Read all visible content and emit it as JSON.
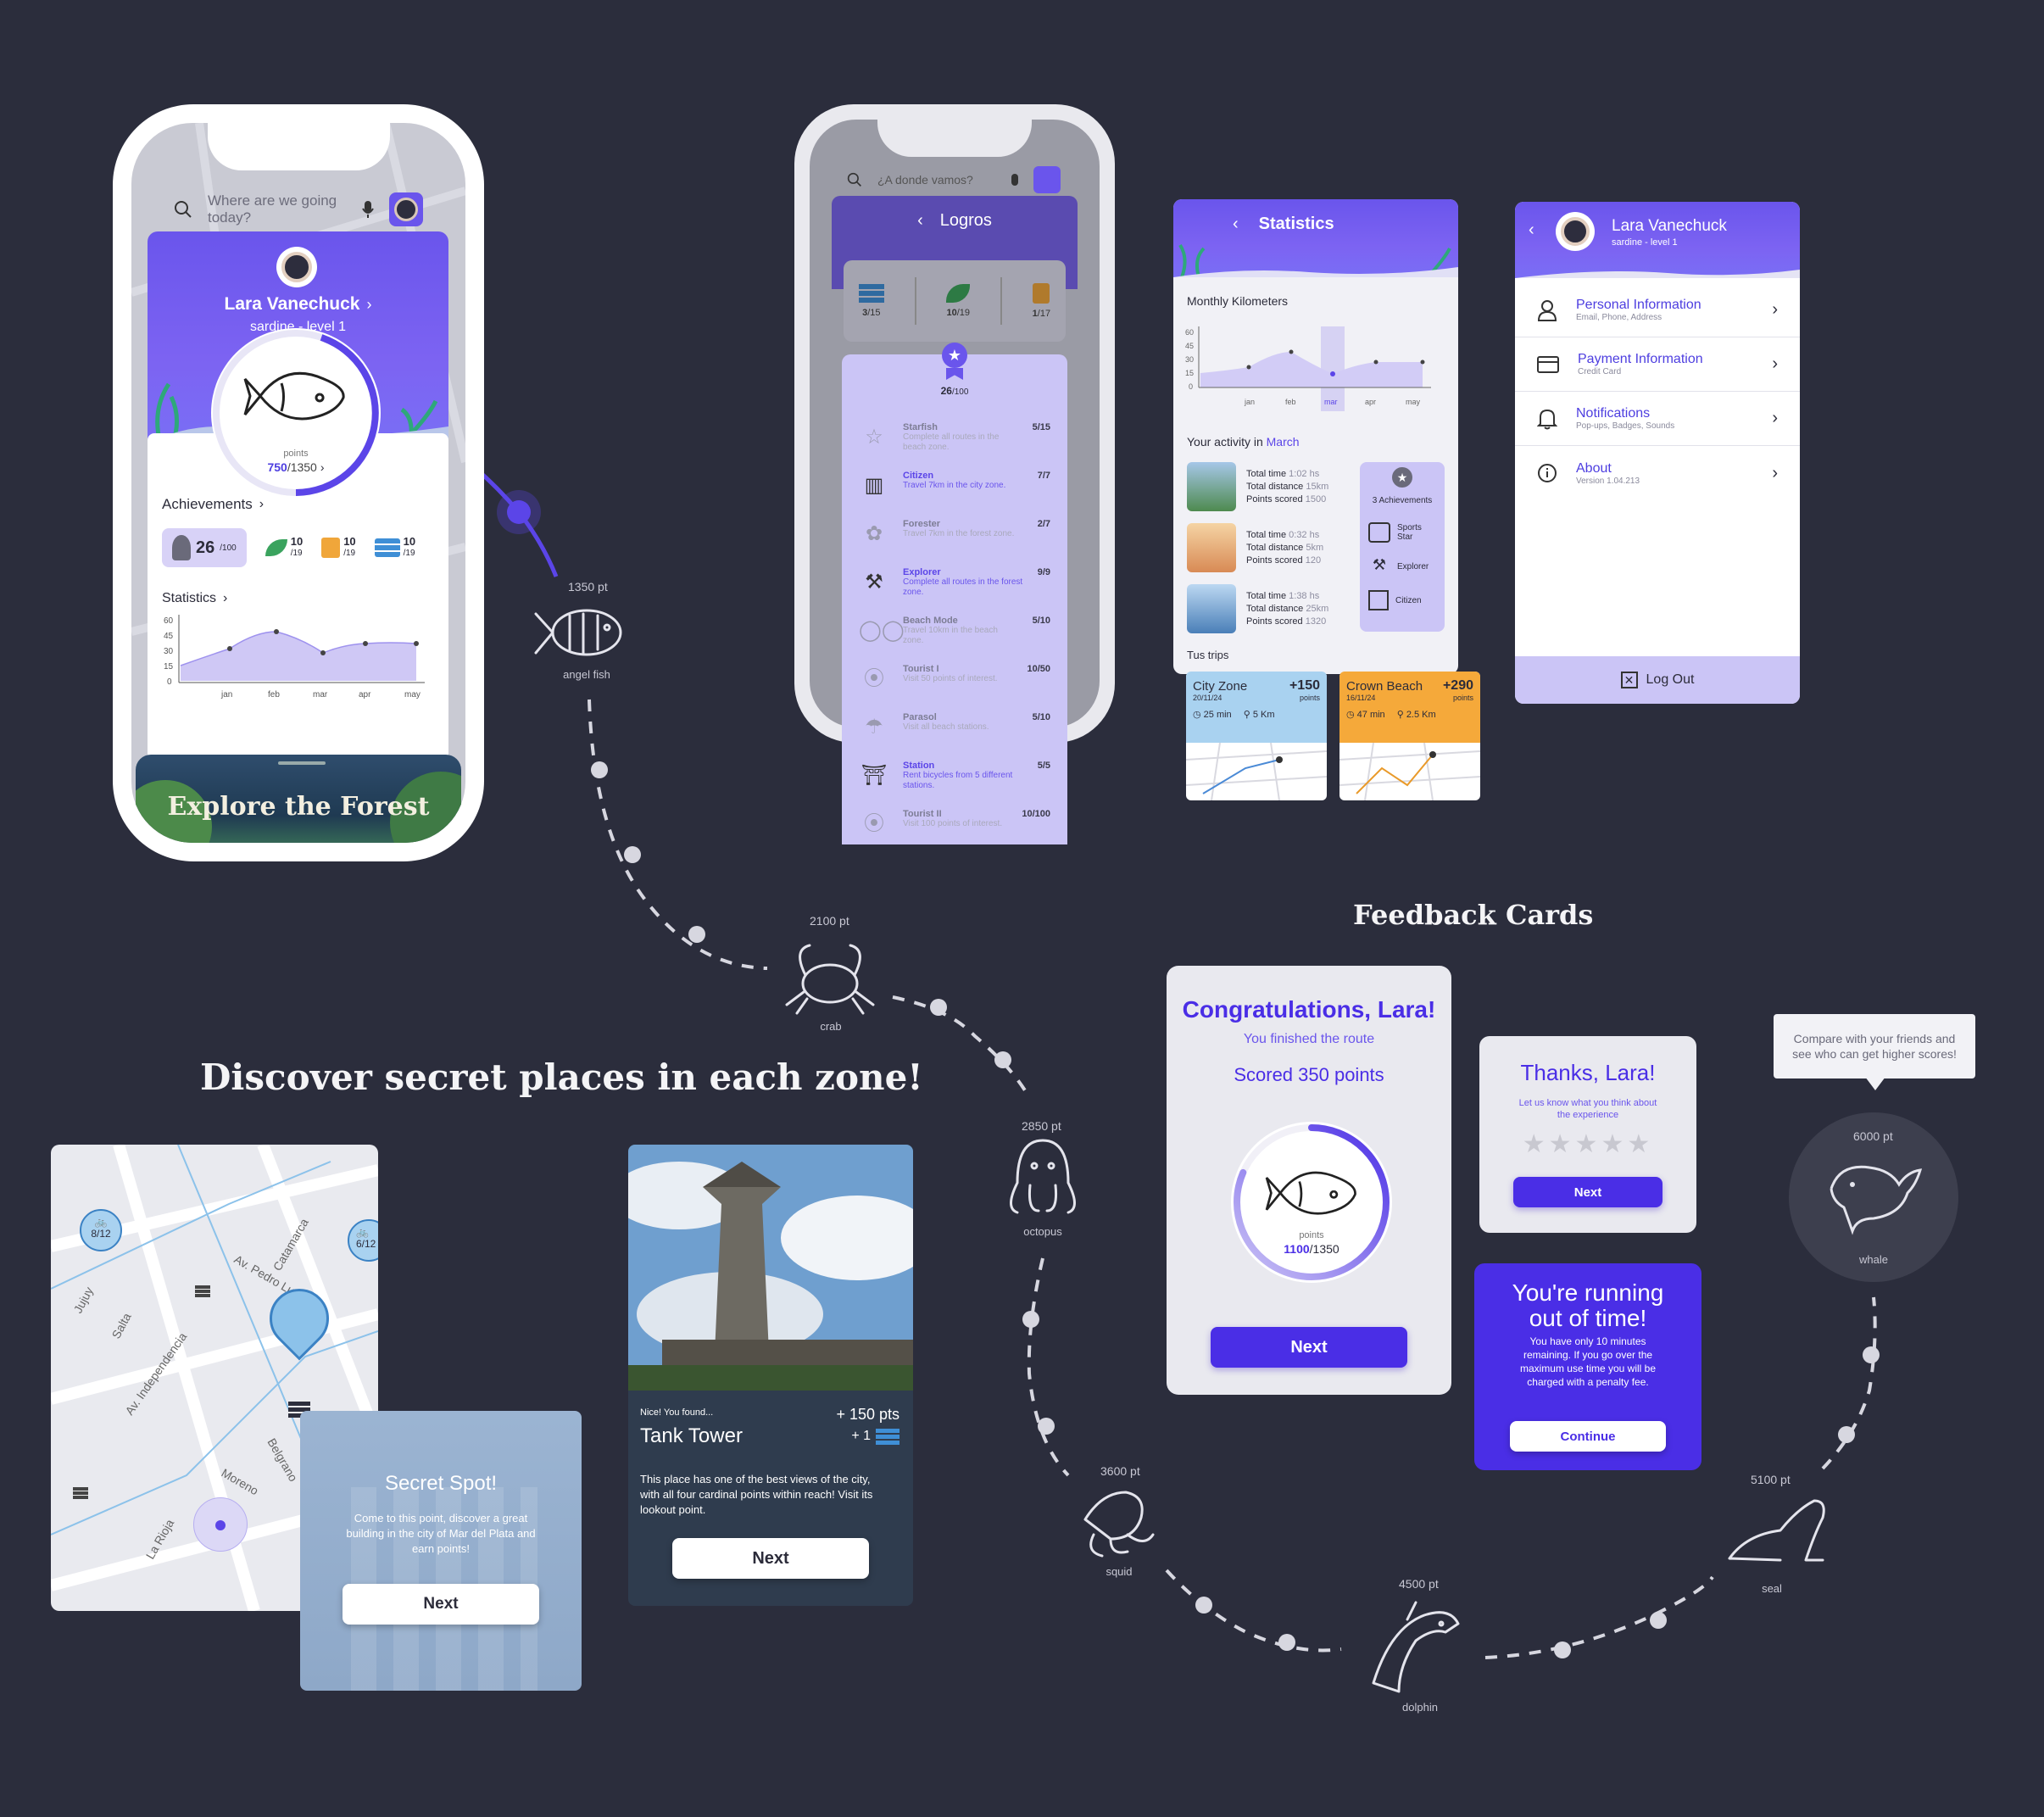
{
  "phone1": {
    "search_placeholder": "Where are we going today?",
    "user_name": "Lara Vanechuck",
    "user_level": "sardine - level 1",
    "points_label": "points",
    "points_value": "750",
    "points_total": "/1350",
    "achievements_label": "Achievements",
    "ach_main": "26",
    "ach_main_of": "/100",
    "ach_items": [
      {
        "value": "10",
        "of": "/19"
      },
      {
        "value": "10",
        "of": "/19"
      },
      {
        "value": "10",
        "of": "/19"
      }
    ],
    "statistics_label": "Statistics",
    "y_ticks": [
      "60",
      "45",
      "30",
      "15",
      "0"
    ],
    "months": [
      "jan",
      "feb",
      "mar",
      "apr",
      "may"
    ],
    "explore_text": "Explore the Forest"
  },
  "phone2": {
    "search_placeholder": "¿A donde vamos?",
    "header_title": "Logros",
    "cats": [
      {
        "value": "3",
        "of": "/15"
      },
      {
        "value": "10",
        "of": "/19"
      },
      {
        "value": "1",
        "of": "/17"
      }
    ],
    "total": "26",
    "total_of": "/100",
    "achievements": [
      {
        "name": "Starfish",
        "desc": "Complete all routes in the beach zone.",
        "score": "5/15",
        "active": false
      },
      {
        "name": "Citizen",
        "desc": "Travel 7km in the city zone.",
        "score": "7/7",
        "active": true
      },
      {
        "name": "Forester",
        "desc": "Travel 7km in the forest zone.",
        "score": "2/7",
        "active": false
      },
      {
        "name": "Explorer",
        "desc": "Complete all routes in the forest zone.",
        "score": "9/9",
        "active": true
      },
      {
        "name": "Beach Mode",
        "desc": "Travel 10km in the beach zone.",
        "score": "5/10",
        "active": false
      },
      {
        "name": "Tourist I",
        "desc": "Visit 50 points of interest.",
        "score": "10/50",
        "active": false
      },
      {
        "name": "Parasol",
        "desc": "Visit all beach stations.",
        "score": "5/10",
        "active": false
      },
      {
        "name": "Station",
        "desc": "Rent bicycles from 5 different stations.",
        "score": "5/5",
        "active": true
      },
      {
        "name": "Tourist II",
        "desc": "Visit 100 points of interest.",
        "score": "10/100",
        "active": false
      }
    ]
  },
  "stats": {
    "title": "Statistics",
    "monthly_label": "Monthly Kilometers",
    "y_ticks": [
      "60",
      "45",
      "30",
      "15",
      "0"
    ],
    "months": [
      "jan",
      "feb",
      "mar",
      "apr",
      "may"
    ],
    "activity_prefix": "Your activity in",
    "activity_month": "March",
    "activities": [
      {
        "time": "1:02 hs",
        "distance": "15km",
        "points": "1500"
      },
      {
        "time": "0:32 hs",
        "distance": "5km",
        "points": "120"
      },
      {
        "time": "1:38 hs",
        "distance": "25km",
        "points": "1320"
      }
    ],
    "time_label": "Total time",
    "distance_label": "Total distance",
    "points_label": "Points scored",
    "ach_count": "3 Achievements",
    "ach_list": [
      "Sports Star",
      "Explorer",
      "Citizen"
    ],
    "trips_label": "Tus trips",
    "trips": [
      {
        "name": "City Zone",
        "date": "20/11/24",
        "points": "+150",
        "pts_unit": "points",
        "time": "25 min",
        "distance": "5 Km"
      },
      {
        "name": "Crown Beach",
        "date": "16/11/24",
        "points": "+290",
        "pts_unit": "points",
        "time": "47 min",
        "distance": "2.5 Km"
      }
    ]
  },
  "profile": {
    "name": "Lara Vanechuck",
    "level": "sardine - level 1",
    "items": [
      {
        "title": "Personal Information",
        "sub": "Email, Phone, Address"
      },
      {
        "title": "Payment Information",
        "sub": "Credit Card"
      },
      {
        "title": "Notifications",
        "sub": "Pop-ups, Badges, Sounds"
      },
      {
        "title": "About",
        "sub": "Version 1.04.213"
      }
    ],
    "logout": "Log Out"
  },
  "path": {
    "milestones": [
      {
        "points": "1350 pt",
        "animal": "angel fish"
      },
      {
        "points": "2100 pt",
        "animal": "crab"
      },
      {
        "points": "2850 pt",
        "animal": "octopus"
      },
      {
        "points": "3600 pt",
        "animal": "squid"
      },
      {
        "points": "4500 pt",
        "animal": "dolphin"
      },
      {
        "points": "5100 pt",
        "animal": "seal"
      },
      {
        "points": "6000 pt",
        "animal": "whale"
      }
    ],
    "whale_tooltip": "Compare with your friends and see who can get higher scores!"
  },
  "headings": {
    "discover": "Discover secret places in each zone!",
    "feedback": "Feedback Cards"
  },
  "map": {
    "streets": [
      "Catamarca",
      "Av. Pedro Luro",
      "Jujuy",
      "Salta",
      "Av. Independencia",
      "Moreno",
      "Belgrano",
      "La Rioja"
    ],
    "bike_badges": [
      "8/12",
      "6/12"
    ]
  },
  "secret": {
    "title": "Secret Spot!",
    "body": "Come to this point, discover a great building in the city of Mar del Plata and earn points!",
    "button": "Next"
  },
  "tower": {
    "found": "Nice! You found...",
    "points": "+ 150 pts",
    "bonus": "+ 1",
    "name": "Tank Tower",
    "body": "This place has one of the best views of the city, with all four cardinal points within reach! Visit its lookout point.",
    "button": "Next"
  },
  "congrats": {
    "title": "Congratulations, Lara!",
    "subtitle": "You finished the route",
    "scored": "Scored 350 points",
    "points_label": "points",
    "points_value": "1100",
    "points_total": "/1350",
    "progress": 0.815,
    "button": "Next"
  },
  "thanks": {
    "title": "Thanks, Lara!",
    "body": "Let us know what you think about the experience",
    "stars": 5,
    "rating": 0,
    "button": "Next"
  },
  "timeout": {
    "title": "You're running out of time!",
    "body": "You have only 10 minutes remaining. If you go over the maximum use time you will be charged with a penalty fee.",
    "button": "Continue"
  },
  "colors": {
    "background": "#2b2d3c",
    "accent": "#5b45e8",
    "accent_dark": "#4a2ee6",
    "lavender": "#cbc5f6",
    "orange": "#f5a93a",
    "light_blue": "#a9d2f0"
  }
}
